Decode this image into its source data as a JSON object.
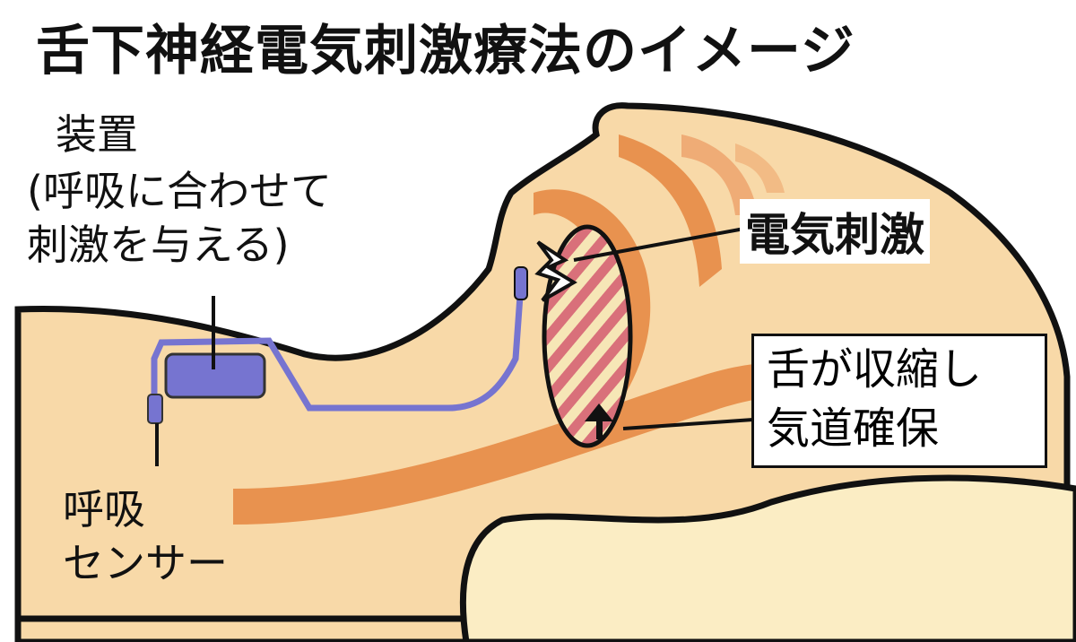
{
  "title": "舌下神経電気刺激療法のイメージ",
  "device": {
    "label": "装置",
    "note_line1": "(呼吸に合わせて",
    "note_line2": "刺激を与える)"
  },
  "stimulation_label": "電気刺激",
  "result": {
    "line1": "舌が収縮し",
    "line2": "気道確保"
  },
  "sensor": {
    "line1": "呼吸",
    "line2": "センサー"
  },
  "colors": {
    "skin": "#f8d9a8",
    "band": "#e8924f",
    "pillow": "#fbedc4",
    "device": "#7674d0",
    "tongue": "#d9707a"
  }
}
